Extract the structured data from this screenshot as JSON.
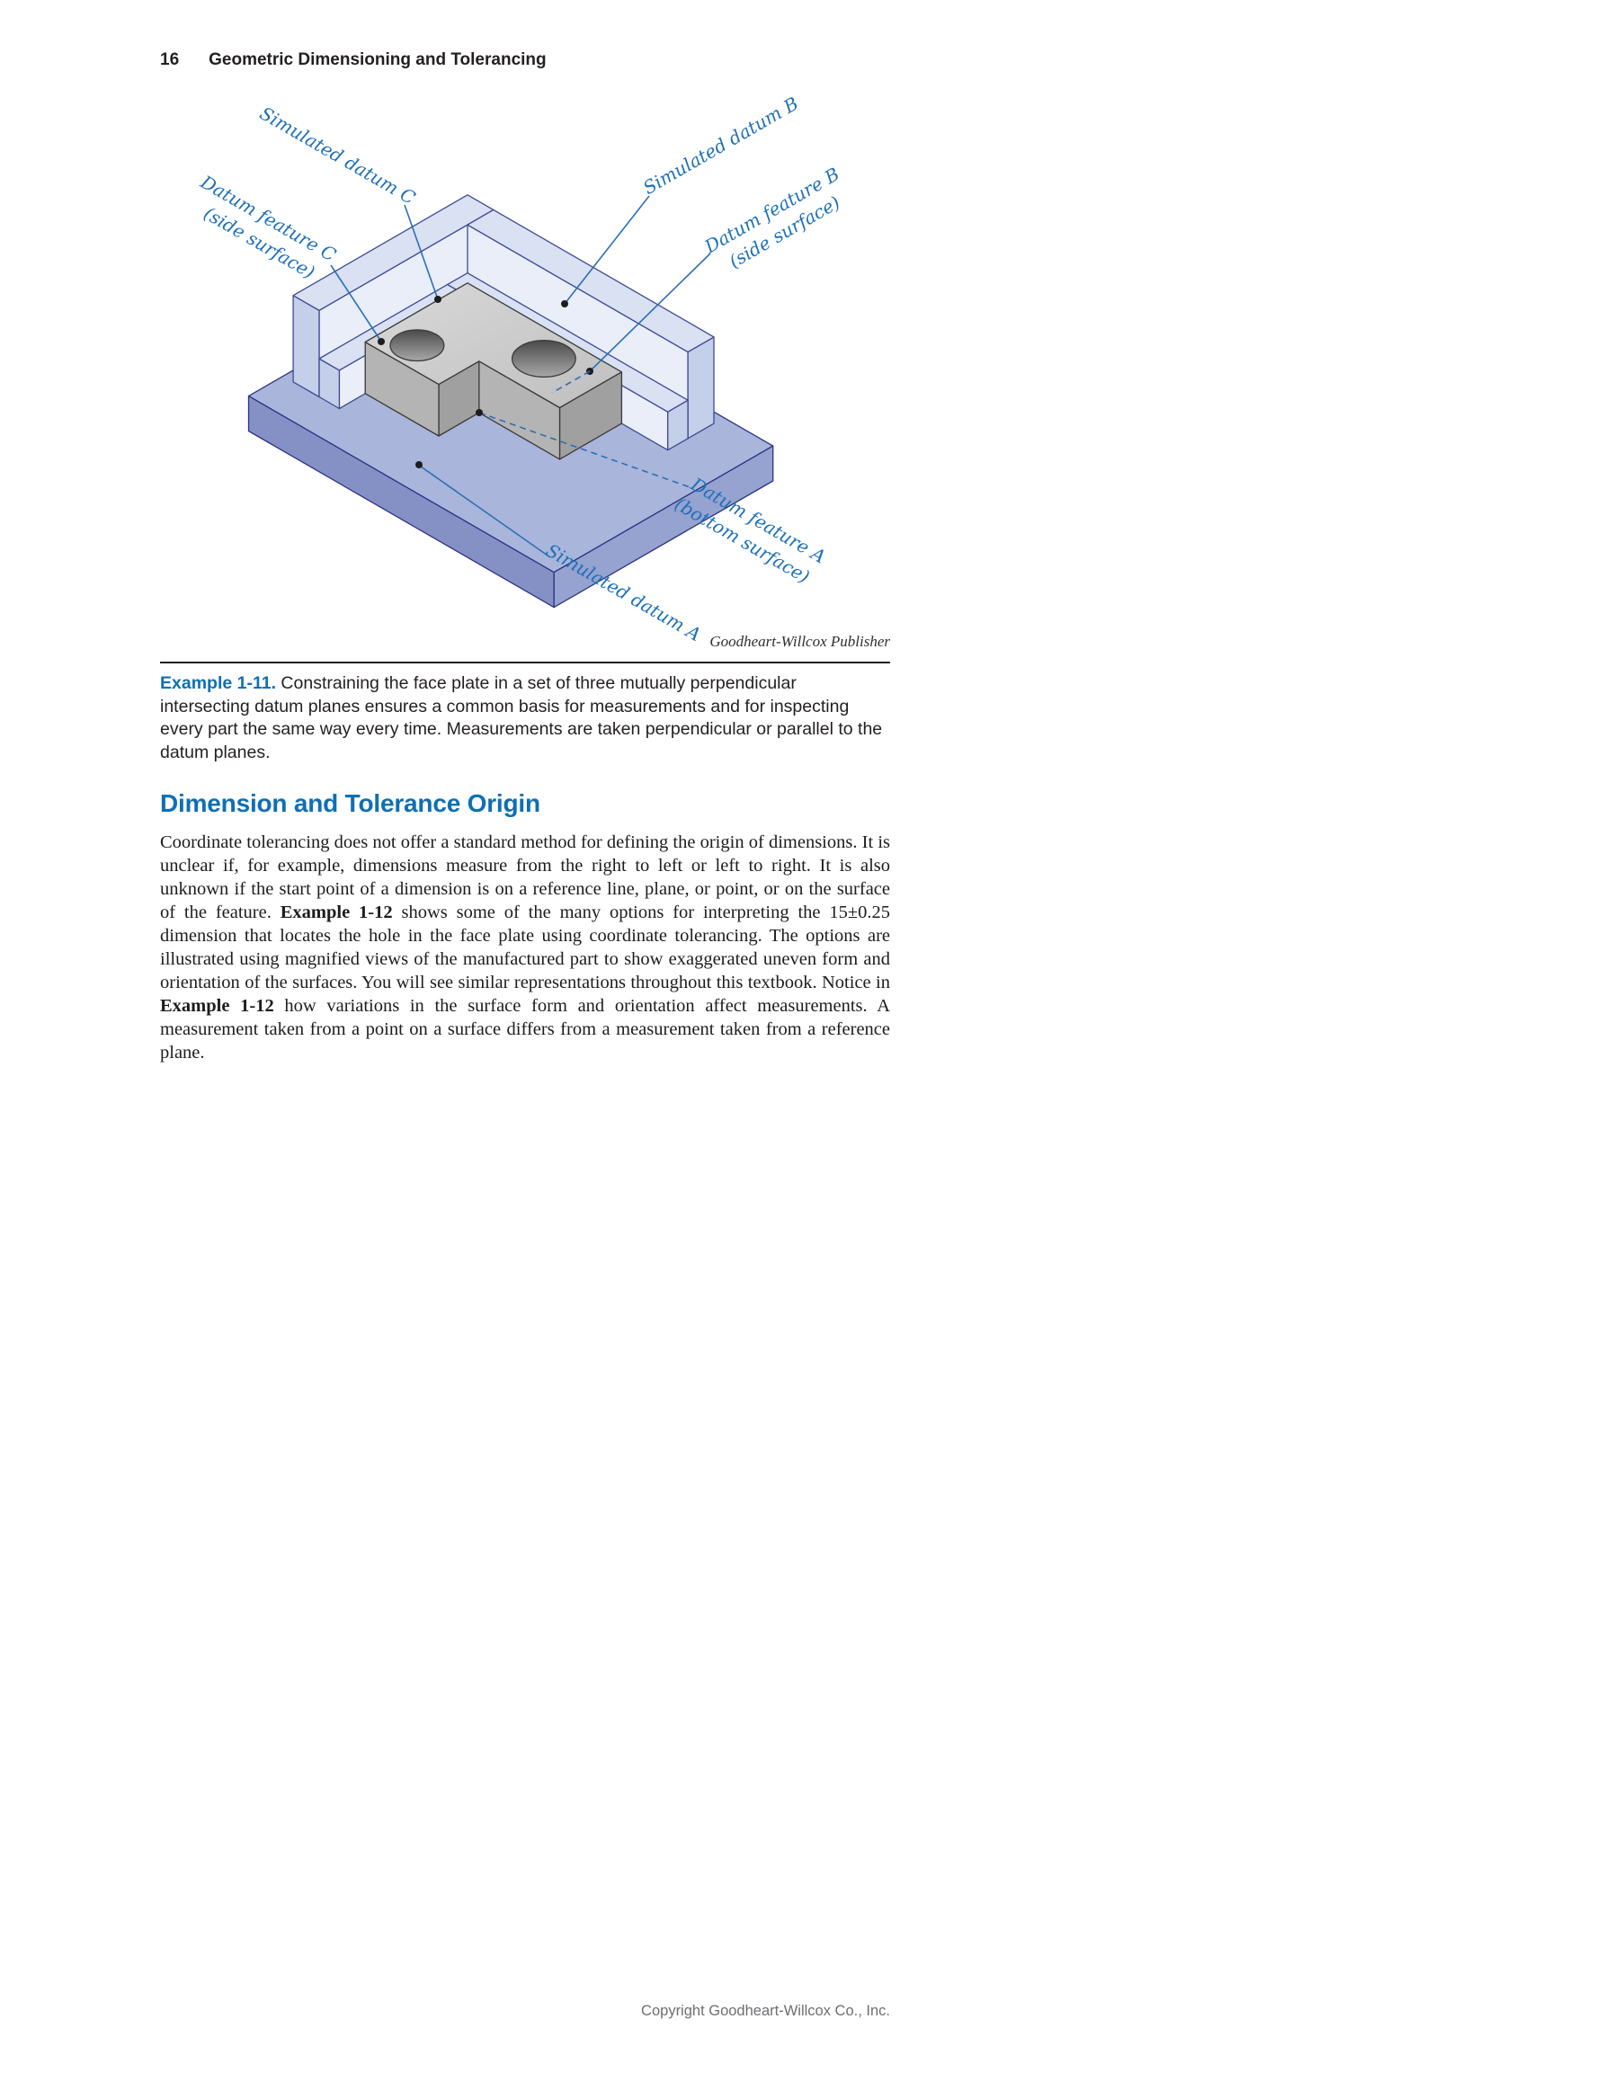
{
  "page": {
    "header": {
      "page_number": "16",
      "running_title": "Geometric Dimensioning and Tolerancing"
    },
    "footer": {
      "copyright": "Copyright Goodheart-Willcox Co., Inc."
    }
  },
  "figure": {
    "attribution": "Goodheart-Willcox Publisher",
    "labels": {
      "simulated_datum_c": "Simulated datum C",
      "datum_feature_c_line1": "Datum feature C",
      "datum_feature_c_line2": "(side surface)",
      "simulated_datum_b": "Simulated datum B",
      "datum_feature_b_line1": "Datum feature B",
      "datum_feature_b_line2": "(side surface)",
      "datum_feature_a_line1": "Datum feature A",
      "datum_feature_a_line2": "(bottom surface)",
      "simulated_datum_a": "Simulated datum A"
    },
    "colors": {
      "label_text": "#1d70b8",
      "leader": "#2c6eb5",
      "base_top": "#a9b5da",
      "base_side_right": "#96a2cf",
      "base_side_front": "#8591c5",
      "base_outline": "#2b3487",
      "fixture_top": "#d9e1f3",
      "fixture_inner": "#e9eef9",
      "fixture_end": "#c4cfe9",
      "fixture_outline": "#3d4a94",
      "part_top_light": "#d9d9d9",
      "part_top_dark": "#bfbfbf",
      "part_front": "#b4b4b4",
      "part_side": "#a0a0a0",
      "part_outline": "#3a3a3a",
      "hole_dark": "#4a4a4a",
      "hole_light": "#a8a8a8"
    }
  },
  "caption": {
    "lead": "Example 1-11.",
    "text": "Constraining the face plate in a set of three mutually perpendicular intersecting datum planes ensures a common basis for measurements and for inspecting every part the same way every time. Measurements are taken perpendicular or parallel to the datum planes."
  },
  "section": {
    "heading": "Dimension and Tolerance Origin",
    "paragraph_segments": [
      {
        "text": "Coordinate tolerancing does not offer a standard method for defining the origin of dimensions. It is unclear if, for example, dimensions measure from the right to left or left to right. It is also unknown if the start point of a dimension is on a reference line, plane, or point, or on the surface of the feature. ",
        "bold": false
      },
      {
        "text": "Example 1-12",
        "bold": true
      },
      {
        "text": " shows some of the many options for interpreting the 15±0.25 dimension that locates the hole in the face plate using coordinate tolerancing. The options are illustrated using magnified views of the manufactured part to show exaggerated uneven form and orientation of the surfaces. You will see similar representations throughout this textbook. Notice in ",
        "bold": false
      },
      {
        "text": "Example 1-12",
        "bold": true
      },
      {
        "text": " how variations in the surface form and orientation affect measurements. A measurement taken from a point on a surface differs from a measurement taken from a reference plane.",
        "bold": false
      }
    ]
  }
}
